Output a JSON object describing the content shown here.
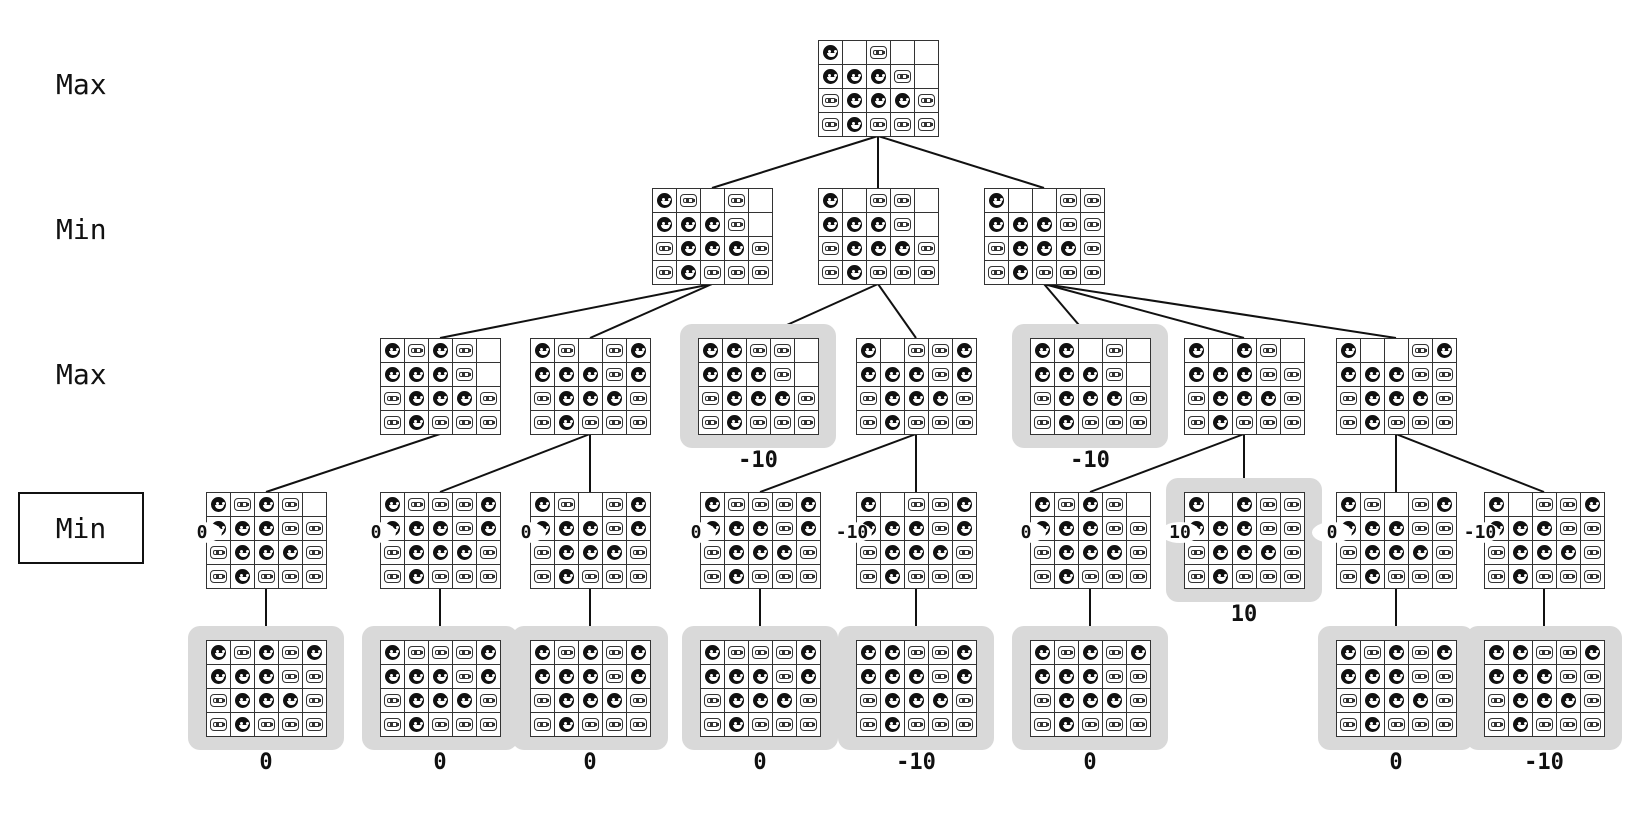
{
  "levels": [
    {
      "label": "Max",
      "active": false
    },
    {
      "label": "Min",
      "active": false
    },
    {
      "label": "Max",
      "active": false
    },
    {
      "label": "Min",
      "active": true
    }
  ],
  "legend": {
    "x_piece": "smiley-face-piece",
    "o_piece": "robot-face-piece"
  },
  "colors": {
    "highlight": "#d9d9d9",
    "ink": "#111111"
  },
  "nodes": [
    {
      "id": "r",
      "level": 0,
      "parent": null,
      "highlight": false,
      "score": "",
      "board": [
        "X.O.",
        "XXXO",
        "OXXXO",
        "OXOOO"
      ]
    },
    {
      "id": "a",
      "level": 1,
      "parent": "r",
      "highlight": false,
      "score": "",
      "board": [
        "XO.O.",
        "XXXO.",
        "OXXXO",
        "OXOOO"
      ]
    },
    {
      "id": "b",
      "level": 1,
      "parent": "r",
      "highlight": false,
      "score": "",
      "board": [
        "X.OO.",
        "XXXO.",
        "OXXXO",
        "OXOOO"
      ]
    },
    {
      "id": "c",
      "level": 1,
      "parent": "r",
      "highlight": false,
      "score": "",
      "board": [
        "X..OO",
        "XXXOO",
        "OXXXO",
        "OXOOO"
      ]
    },
    {
      "id": "a1",
      "level": 2,
      "parent": "a",
      "highlight": false,
      "score": "",
      "board": [
        "XOXO.",
        "XXXO.",
        "OXXXO",
        "OXOOO"
      ]
    },
    {
      "id": "a2",
      "level": 2,
      "parent": "a",
      "highlight": false,
      "score": "",
      "board": [
        "XO.OX",
        "XXXOX",
        "OXXXO",
        "OXOOO"
      ]
    },
    {
      "id": "b1",
      "level": 2,
      "parent": "b",
      "highlight": true,
      "score": "-10",
      "board": [
        "XXOO.",
        "XXXO.",
        "OXXXO",
        "OXOOO"
      ]
    },
    {
      "id": "b2",
      "level": 2,
      "parent": "b",
      "highlight": false,
      "score": "",
      "board": [
        "X.OOX",
        "XXXOX",
        "OXXXO",
        "OXOOO"
      ]
    },
    {
      "id": "c1",
      "level": 2,
      "parent": "c",
      "highlight": true,
      "score": "-10",
      "board": [
        "XX.O.",
        "XXXO.",
        "OXXXO",
        "OXOOO"
      ]
    },
    {
      "id": "c2",
      "level": 2,
      "parent": "c",
      "highlight": false,
      "score": "",
      "board": [
        "X.XO.",
        "XXXOO",
        "OXXXO",
        "OXOOO"
      ]
    },
    {
      "id": "c3",
      "level": 2,
      "parent": "c",
      "highlight": false,
      "score": "",
      "board": [
        "X..OX",
        "XXXOO",
        "OXXXO",
        "OXOOO"
      ]
    },
    {
      "id": "a1a",
      "level": 3,
      "parent": "a1",
      "highlight": false,
      "score": "0",
      "board": [
        "XOXO.",
        "XXXOO",
        "OXXXO",
        "OXOOO"
      ]
    },
    {
      "id": "a2a",
      "level": 3,
      "parent": "a2",
      "highlight": false,
      "score": "0",
      "board": [
        "XOOOX",
        "XXXOX",
        "OXXXO",
        "OXOOO"
      ]
    },
    {
      "id": "a2b",
      "level": 3,
      "parent": "a2",
      "highlight": false,
      "score": "0",
      "board": [
        "XO.OX",
        "XXXOX",
        "OXXXO",
        "OXOOO"
      ]
    },
    {
      "id": "b2a",
      "level": 3,
      "parent": "b2",
      "highlight": false,
      "score": "0",
      "board": [
        "XOOOX",
        "XXXOX",
        "OXXXO",
        "OXOOO"
      ]
    },
    {
      "id": "b2b",
      "level": 3,
      "parent": "b2",
      "highlight": false,
      "score": "-10",
      "board": [
        "X.OOX",
        "XXXOX",
        "OXXXO",
        "OXOOO"
      ]
    },
    {
      "id": "c2a",
      "level": 3,
      "parent": "c2",
      "highlight": false,
      "score": "0",
      "board": [
        "XOXO.",
        "XXXOO",
        "OXXXO",
        "OXOOO"
      ]
    },
    {
      "id": "c2b",
      "level": 3,
      "parent": "c2",
      "highlight": true,
      "score": "10",
      "board": [
        "X.XOO",
        "XXXOO",
        "OXXXO",
        "OXOOO"
      ]
    },
    {
      "id": "c3a",
      "level": 3,
      "parent": "c3",
      "highlight": false,
      "score": "0",
      "board": [
        "XO.OX",
        "XXXOO",
        "OXXXO",
        "OXOOO"
      ]
    },
    {
      "id": "c3b",
      "level": 3,
      "parent": "c3",
      "highlight": false,
      "score": "-10",
      "board": [
        "X.OOX",
        "XXXOO",
        "OXXXO",
        "OXOOO"
      ]
    },
    {
      "id": "a1a1",
      "level": 4,
      "parent": "a1a",
      "highlight": true,
      "score": "0",
      "board": [
        "XOXOX",
        "XXXOO",
        "OXXXO",
        "OXOOO"
      ]
    },
    {
      "id": "a2a1",
      "level": 4,
      "parent": "a2a",
      "highlight": true,
      "score": "0",
      "board": [
        "XOOOX",
        "XXXOX",
        "OXXXO",
        "OXOOO"
      ]
    },
    {
      "id": "a2b1",
      "level": 4,
      "parent": "a2b",
      "highlight": true,
      "score": "0",
      "board": [
        "XOXOX",
        "XXXOX",
        "OXXXO",
        "OXOOO"
      ]
    },
    {
      "id": "b2a1",
      "level": 4,
      "parent": "b2a",
      "highlight": true,
      "score": "0",
      "board": [
        "XOOOX",
        "XXXOX",
        "OXXXO",
        "OXOOO"
      ]
    },
    {
      "id": "b2b1",
      "level": 4,
      "parent": "b2b",
      "highlight": true,
      "score": "-10",
      "board": [
        "XXOOX",
        "XXXOX",
        "OXXXO",
        "OXOOO"
      ]
    },
    {
      "id": "c2a1",
      "level": 4,
      "parent": "c2a",
      "highlight": true,
      "score": "0",
      "board": [
        "XOXOX",
        "XXXOO",
        "OXXXO",
        "OXOOO"
      ]
    },
    {
      "id": "c3a1",
      "level": 4,
      "parent": "c3a",
      "highlight": true,
      "score": "0",
      "board": [
        "XOXOX",
        "XXXOO",
        "OXXXO",
        "OXOOO"
      ]
    },
    {
      "id": "c3b1",
      "level": 4,
      "parent": "c3b",
      "highlight": true,
      "score": "-10",
      "board": [
        "XXOOX",
        "XXXOO",
        "OXXXO",
        "OXOOO"
      ]
    }
  ]
}
